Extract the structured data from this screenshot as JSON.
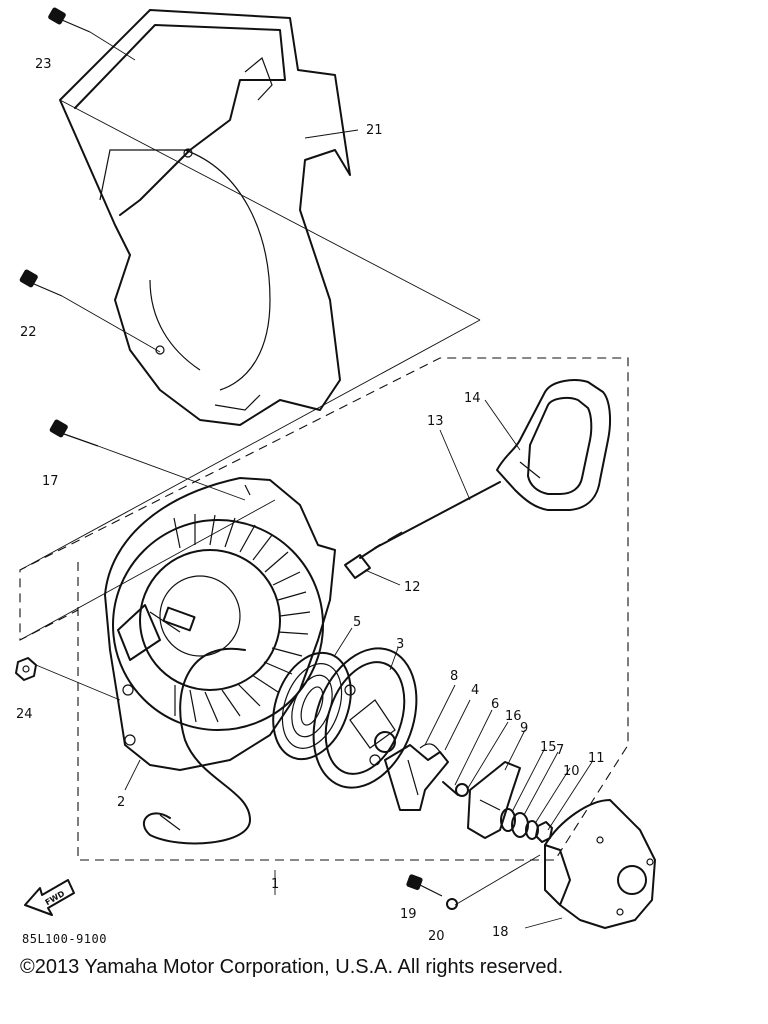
{
  "diagram": {
    "callouts": {
      "c1": "1",
      "c2": "2",
      "c3": "3",
      "c4": "4",
      "c5": "5",
      "c6": "6",
      "c7": "7",
      "c8": "8",
      "c9": "9",
      "c10": "10",
      "c11": "11",
      "c12": "12",
      "c13": "13",
      "c14": "14",
      "c15": "15",
      "c16": "16",
      "c17": "17",
      "c18": "18",
      "c19": "19",
      "c20": "20",
      "c21": "21",
      "c22": "22",
      "c23": "23",
      "c24": "24"
    },
    "fwd_label": "FWD",
    "part_code": "85L100-9100",
    "copyright": "©2013 Yamaha Motor Corporation, U.S.A. All rights reserved."
  }
}
